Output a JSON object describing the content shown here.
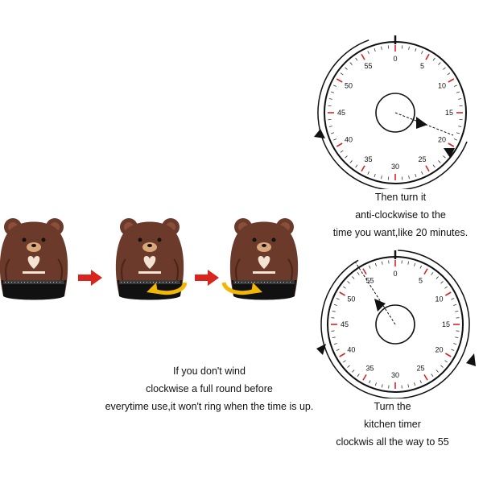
{
  "dial_top": {
    "labels": [
      "0",
      "5",
      "10",
      "15",
      "20",
      "25",
      "30",
      "35",
      "40",
      "45",
      "50",
      "55"
    ]
  },
  "dial_bottom": {
    "labels": [
      "0",
      "5",
      "10",
      "15",
      "20",
      "25",
      "30",
      "35",
      "40",
      "45",
      "50",
      "55"
    ]
  },
  "caption_top": {
    "line1": "Then turn it",
    "line2": "anti-clockwise to the",
    "line3": "time you want,like 20 minutes."
  },
  "caption_bottom": {
    "line1": "Turn the",
    "line2": "kitchen timer",
    "line3": "clockwis all the way to 55"
  },
  "caption_left": {
    "line1": "If you don't wind",
    "line2": "clockwise a full round before",
    "line3": "everytime use,it won't ring when the time is up."
  },
  "colors": {
    "bear_brown": "#6b3a2a",
    "bear_dark": "#4a2418",
    "base_black": "#111111",
    "arrow_red": "#d8261f",
    "swirl_yellow": "#f2b705",
    "tick_red": "#d82424"
  }
}
